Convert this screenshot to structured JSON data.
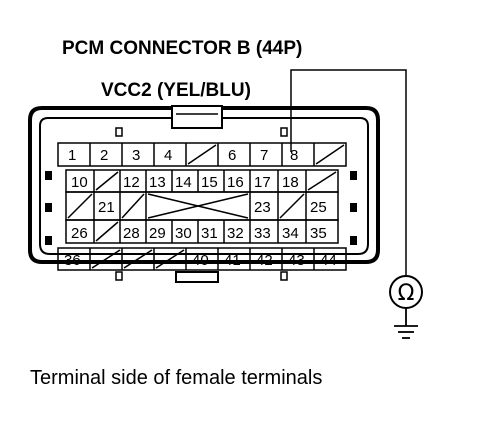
{
  "title": "PCM CONNECTOR B (44P)",
  "probe_label": "VCC2 (YEL/BLU)",
  "caption": "Terminal side of female terminals",
  "meter_symbol": "Ω",
  "rows": [
    [
      "1",
      "2",
      "3",
      "4",
      "",
      "6",
      "7",
      "8",
      ""
    ],
    [
      "10",
      "",
      "12",
      "13",
      "14",
      "15",
      "16",
      "17",
      "18",
      ""
    ],
    [
      "",
      "21",
      "",
      "23",
      "",
      "25"
    ],
    [
      "26",
      "",
      "28",
      "29",
      "30",
      "31",
      "32",
      "33",
      "34",
      "35"
    ],
    [
      "36",
      "",
      "",
      "",
      "40",
      "41",
      "42",
      "43",
      "44"
    ]
  ]
}
